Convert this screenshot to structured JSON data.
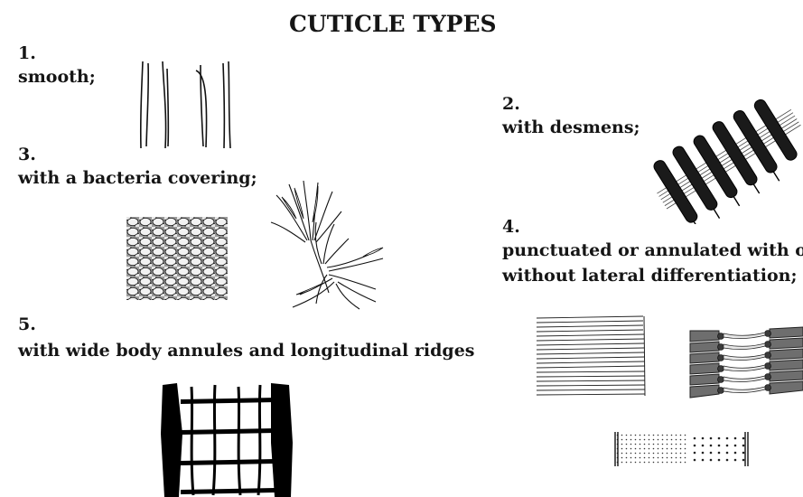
{
  "title": "CUTICLE TYPES",
  "items": [
    {
      "number": "1.",
      "label": "smooth;"
    },
    {
      "number": "2.",
      "label": "with desmens;"
    },
    {
      "number": "3.",
      "label": "with a bacteria covering;"
    },
    {
      "number": "4.",
      "label_line1": "punctuated or annulated with or",
      "label_line2": "without lateral differentiation;"
    },
    {
      "number": "5.",
      "label": "with wide body annules and longitudinal  ridges"
    }
  ]
}
